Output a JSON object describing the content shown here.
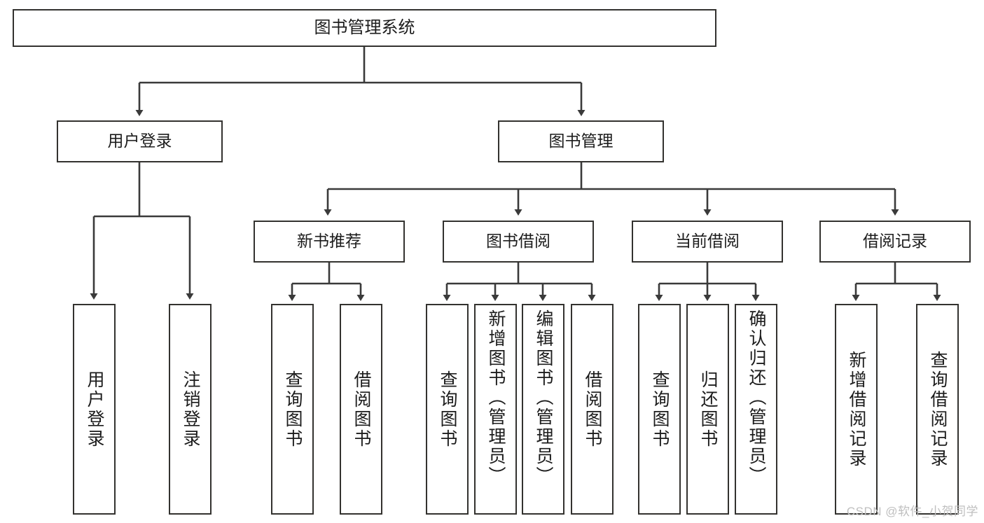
{
  "diagram": {
    "title": "图书管理系统",
    "type": "tree-hierarchy",
    "watermark": "CSDN @软件_小贺同学",
    "colors": {
      "box_border": "#33322f",
      "box_fill": "#ffffff",
      "edge": "#3a3a3a",
      "text": "#1c1c1c",
      "watermark": "#bfbfbf",
      "background": "#ffffff"
    },
    "levels": {
      "root": {
        "label": "图书管理系统",
        "orientation": "horizontal"
      },
      "level2": [
        {
          "label": "用户登录",
          "orientation": "horizontal"
        },
        {
          "label": "图书管理",
          "orientation": "horizontal"
        }
      ],
      "level3": [
        {
          "label": "新书推荐",
          "orientation": "horizontal"
        },
        {
          "label": "图书借阅",
          "orientation": "horizontal"
        },
        {
          "label": "当前借阅",
          "orientation": "horizontal"
        },
        {
          "label": "借阅记录",
          "orientation": "horizontal"
        }
      ],
      "leaves": {
        "user_login": [
          {
            "label": "用户登录",
            "orientation": "vertical"
          },
          {
            "label": "注销登录",
            "orientation": "vertical"
          }
        ],
        "new_book_recommend": [
          {
            "label": "查询图书",
            "orientation": "vertical"
          },
          {
            "label": "借阅图书",
            "orientation": "vertical"
          }
        ],
        "book_borrow": [
          {
            "label": "查询图书",
            "orientation": "vertical"
          },
          {
            "label": "新增图书（管理员）",
            "orientation": "vertical"
          },
          {
            "label": "编辑图书（管理员）",
            "orientation": "vertical"
          },
          {
            "label": "借阅图书",
            "orientation": "vertical"
          }
        ],
        "current_borrow": [
          {
            "label": "查询图书",
            "orientation": "vertical"
          },
          {
            "label": "归还图书",
            "orientation": "vertical"
          },
          {
            "label": "确认归还（管理员）",
            "orientation": "vertical"
          }
        ],
        "borrow_record": [
          {
            "label": "新增借阅记录",
            "orientation": "vertical"
          },
          {
            "label": "查询借阅记录",
            "orientation": "vertical"
          }
        ]
      }
    }
  }
}
